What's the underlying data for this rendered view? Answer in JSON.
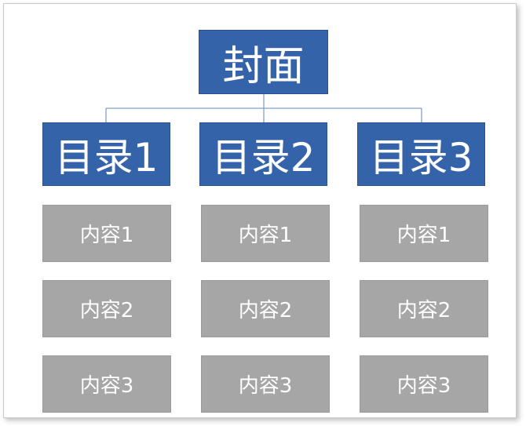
{
  "colors": {
    "node_primary": "#3563a9",
    "node_secondary": "#a6a6a6",
    "connector": "#7f9fd0",
    "text": "#ffffff"
  },
  "cover": {
    "label": "封面"
  },
  "toc": [
    {
      "label": "目录1"
    },
    {
      "label": "目录2"
    },
    {
      "label": "目录3"
    }
  ],
  "contents": [
    [
      "内容1",
      "内容2",
      "内容3"
    ],
    [
      "内容1",
      "内容2",
      "内容3"
    ],
    [
      "内容1",
      "内容2",
      "内容3"
    ]
  ]
}
